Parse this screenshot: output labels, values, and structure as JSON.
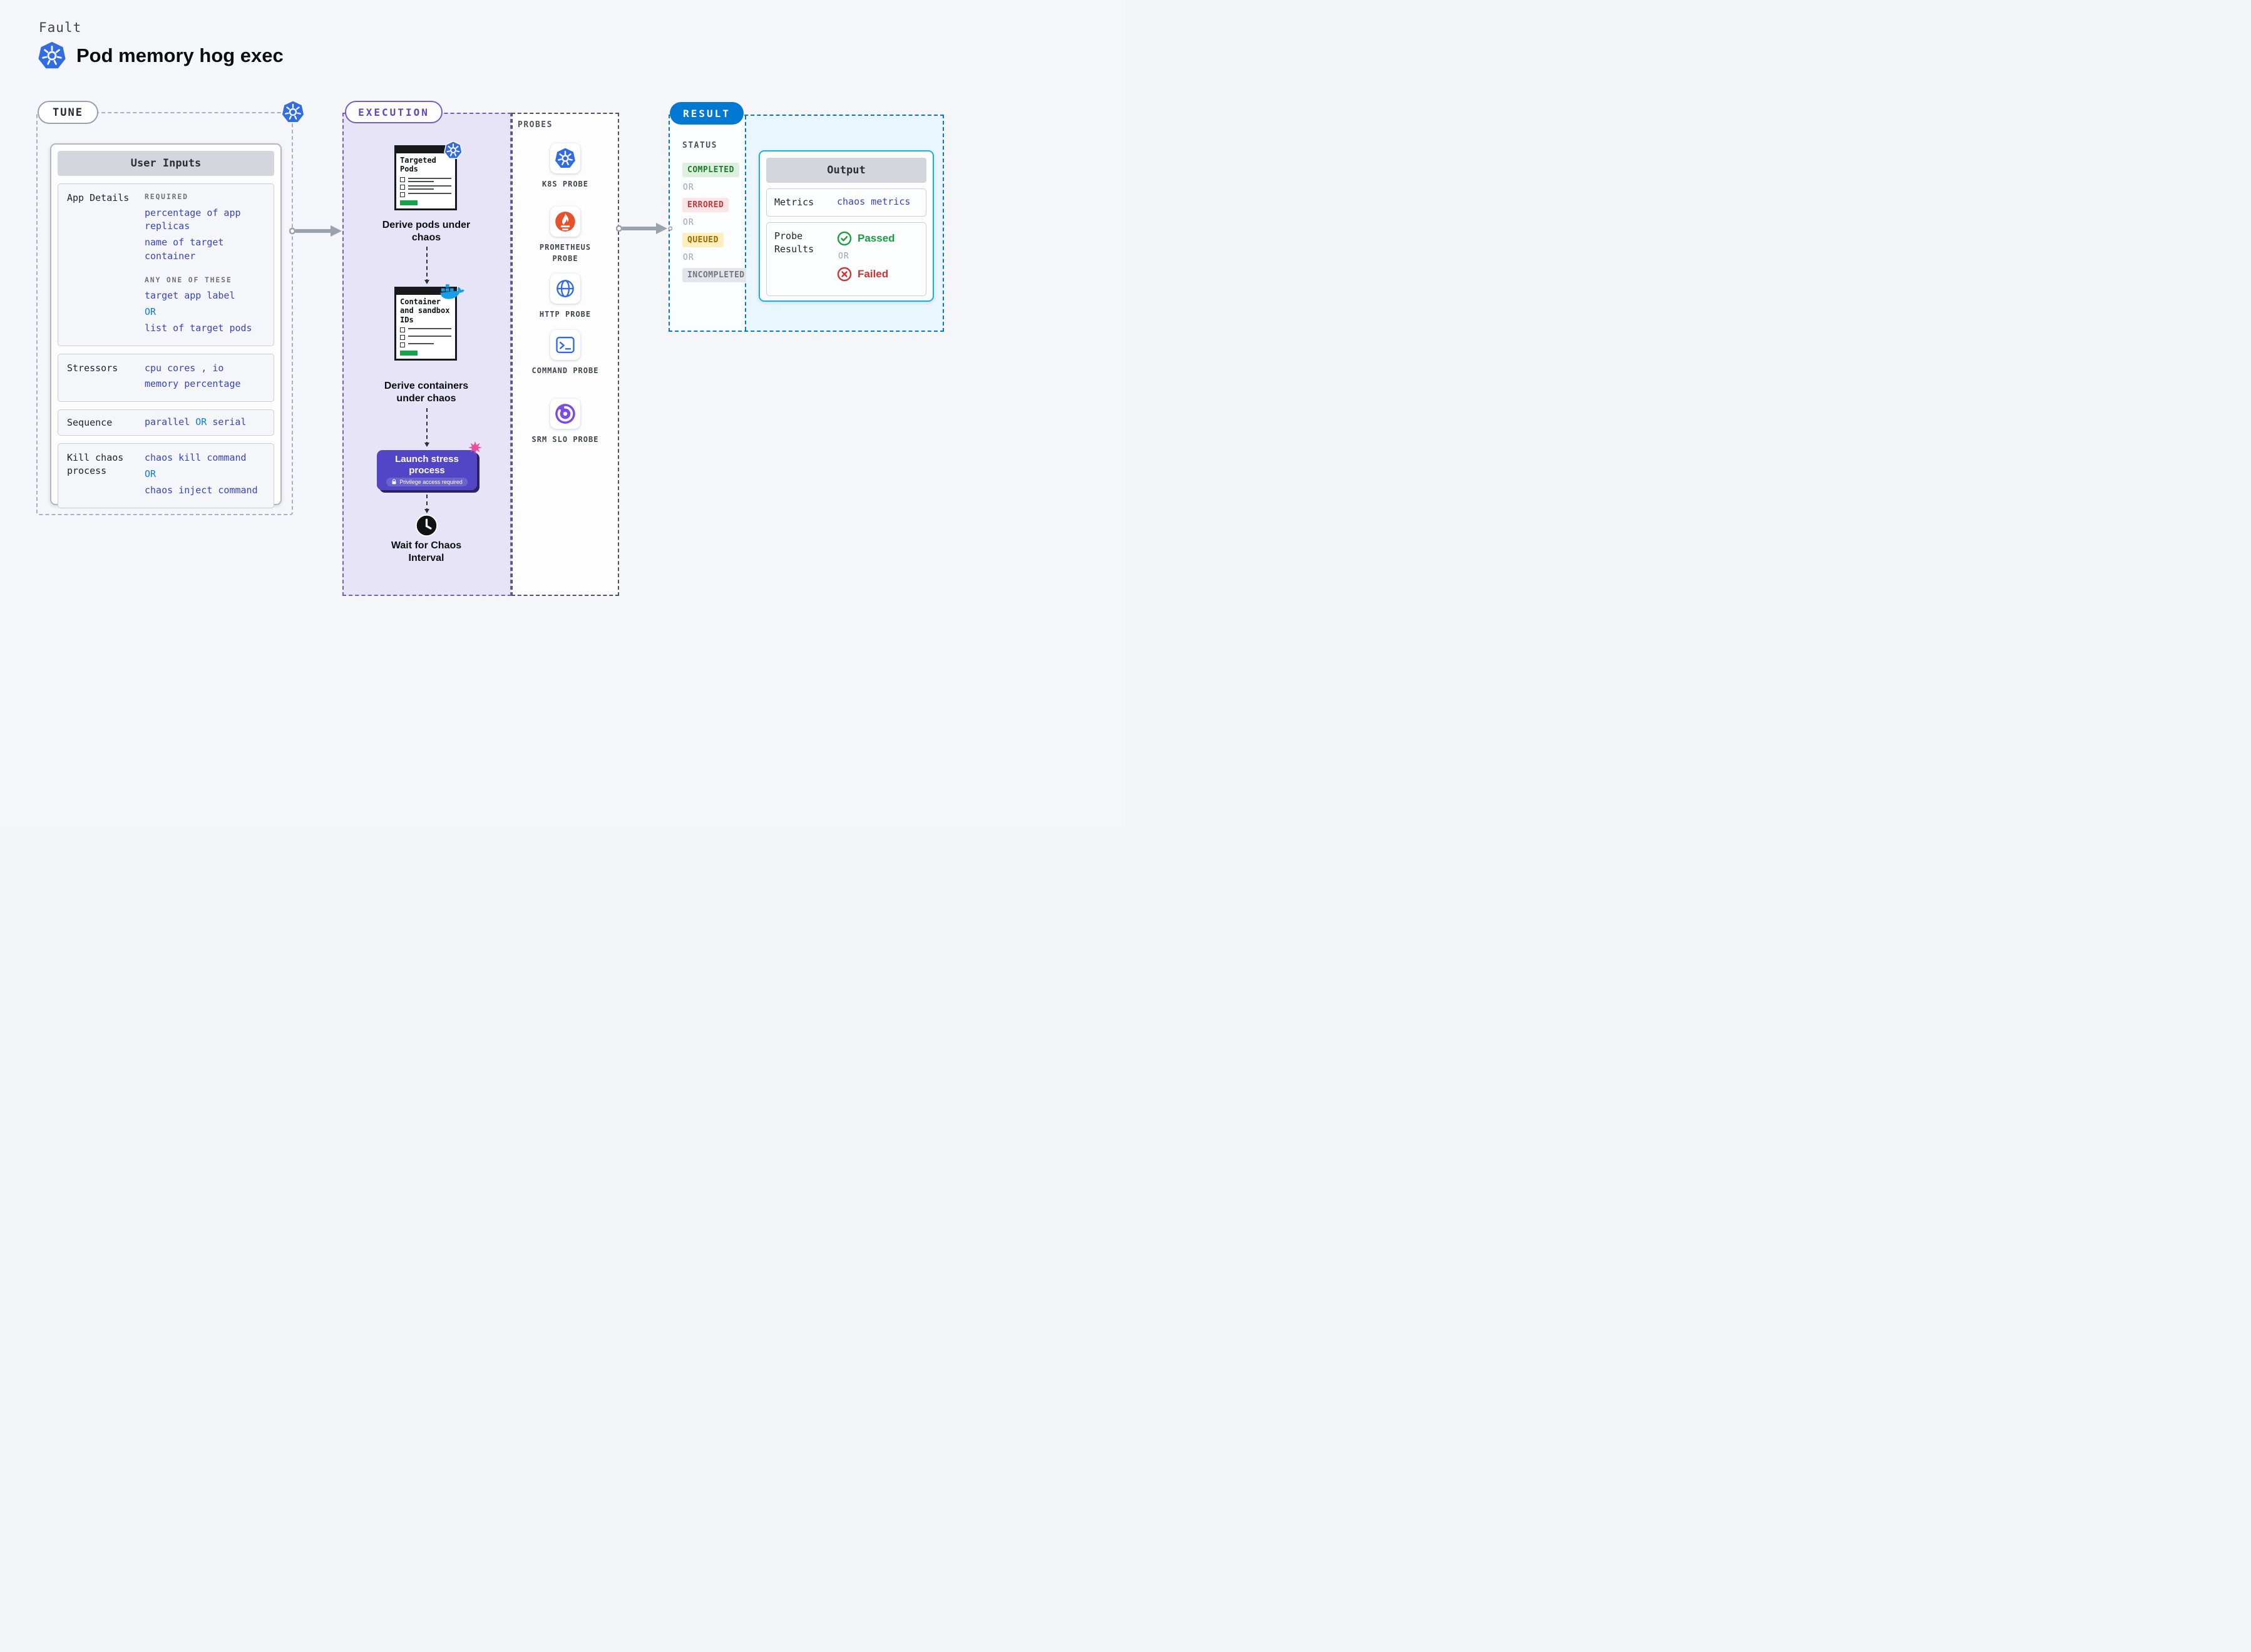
{
  "header": {
    "kicker": "Fault",
    "title": "Pod memory hog exec"
  },
  "tune": {
    "pill": "TUNE",
    "panel_title": "User Inputs",
    "app_details": {
      "label": "App Details",
      "required_heading": "REQUIRED",
      "required_1": "percentage of app replicas",
      "required_2": "name of target container",
      "any_one_heading": "ANY ONE OF THESE",
      "option_1": "target app label",
      "or": "OR",
      "option_2": "list of target pods"
    },
    "stressors": {
      "label": "Stressors",
      "line_1": "cpu cores , io",
      "line_2": "memory percentage"
    },
    "sequence": {
      "label": "Sequence",
      "option_1": "parallel",
      "or": "OR",
      "option_2": "serial"
    },
    "kill_chaos": {
      "label": "Kill chaos process",
      "option_1": "chaos kill command",
      "or": "OR",
      "option_2": "chaos inject command"
    }
  },
  "execution": {
    "pill": "EXECUTION",
    "step_1": {
      "window_title": "Targeted Pods",
      "caption": "Derive pods under chaos"
    },
    "step_2": {
      "window_title": "Container and sandbox IDs",
      "caption": "Derive containers under chaos"
    },
    "step_3": {
      "button_label": "Launch stress process",
      "badge": "Privilege access required"
    },
    "step_4": {
      "caption": "Wait for Chaos Interval"
    }
  },
  "probes": {
    "heading": "PROBES",
    "items": [
      {
        "label": "K8S PROBE",
        "icon": "kubernetes-icon"
      },
      {
        "label": "PROMETHEUS PROBE",
        "icon": "prometheus-icon"
      },
      {
        "label": "HTTP PROBE",
        "icon": "globe-icon"
      },
      {
        "label": "COMMAND PROBE",
        "icon": "terminal-icon"
      },
      {
        "label": "SRM SLO PROBE",
        "icon": "donut-gauge-icon"
      }
    ]
  },
  "result": {
    "pill": "RESULT",
    "status_heading": "STATUS",
    "or": "OR",
    "statuses": [
      {
        "label": "COMPLETED",
        "bg": "#ddf0de",
        "fg": "#1c7d30"
      },
      {
        "label": "ERRORED",
        "bg": "#fbe5e6",
        "fg": "#c9353c"
      },
      {
        "label": "QUEUED",
        "bg": "#fdefbe",
        "fg": "#9a6a00"
      },
      {
        "label": "INCOMPLETED",
        "bg": "#e2e5e9",
        "fg": "#70787f"
      }
    ],
    "output": {
      "title": "Output",
      "metrics_label": "Metrics",
      "metrics_value": "chaos metrics",
      "probe_results_label": "Probe Results",
      "passed": "Passed",
      "or": "OR",
      "failed": "Failed"
    }
  },
  "icons": {
    "header_logo": "kubernetes-icon",
    "tune_corner": "kubernetes-icon",
    "window_1_badge": "kubernetes-icon",
    "window_2_badge": "docker-icon",
    "launch_corner": "burst-icon",
    "launch_badge_icon": "lock-icon",
    "wait_step": "clock-icon",
    "passed": "check-circle-icon",
    "failed": "x-circle-icon"
  },
  "colors": {
    "accent_blue": "#0278d5",
    "value_blue": "#3743c6",
    "or_blue": "#0a7de0",
    "execution_purple": "#6f5cd0",
    "launch_button": "#5246c6",
    "k8s_blue": "#326ce5",
    "success_green": "#15a03c",
    "error_red": "#d62f2f",
    "progress_green": "#18a14b",
    "burst_pink": "#ee4d9b"
  }
}
